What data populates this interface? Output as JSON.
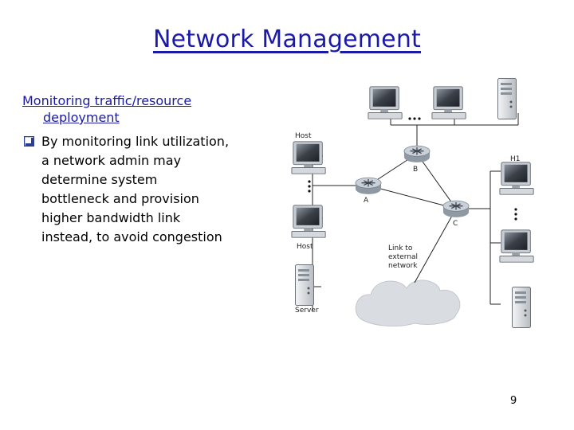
{
  "slide": {
    "title": "Network Management",
    "heading_line1": "Monitoring traffic/resource",
    "heading_line2": "deployment",
    "bullet_lines": [
      "By monitoring link utilization,",
      "a network admin may",
      "determine system",
      "bottleneck and provision",
      "higher bandwidth link",
      "instead, to avoid congestion"
    ],
    "page_number": "9"
  },
  "diagram": {
    "labels": {
      "host_top": "Host",
      "host_bottom": "Host",
      "server": "Server",
      "h1": "H1",
      "router_a": "A",
      "router_b": "B",
      "router_c": "C",
      "link_line1": "Link to",
      "link_line2": "external",
      "link_line3": "network"
    },
    "colors": {
      "title": "#1a1aa6",
      "cloud": "#d9dde2",
      "router": "#b9c2cc"
    }
  }
}
